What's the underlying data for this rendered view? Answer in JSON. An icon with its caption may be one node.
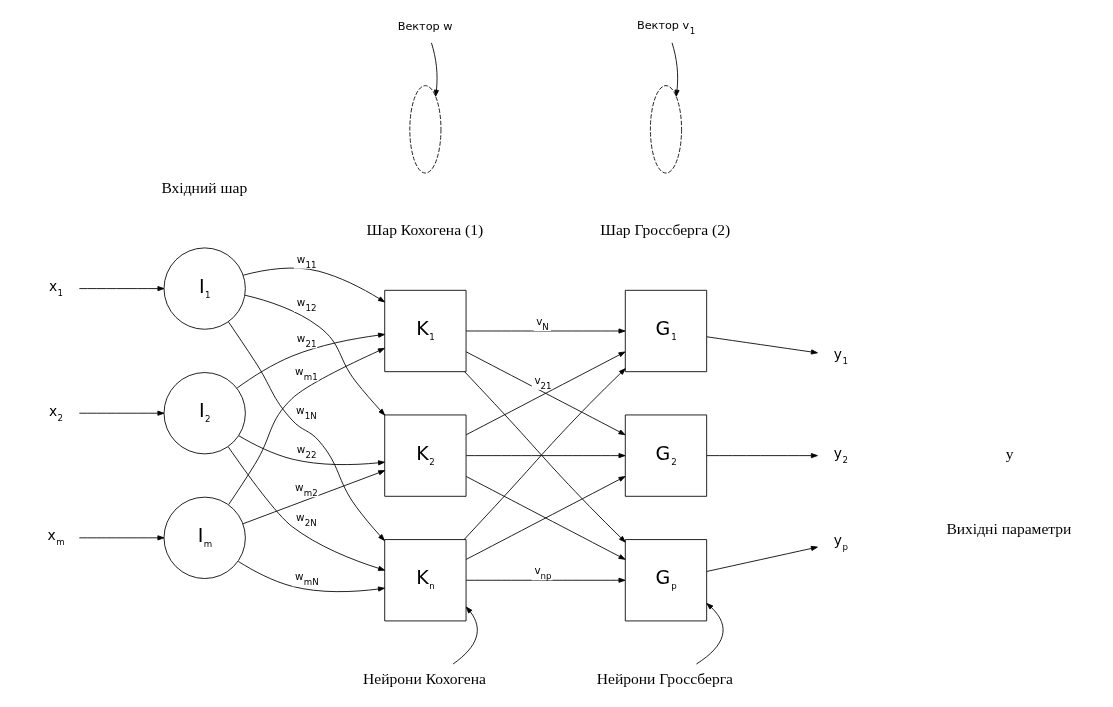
{
  "diagram": {
    "nodes": [
      {
        "text": [
          "x$_{1}$"
        ]
      },
      {
        "text": [
          "x$_{2}$"
        ]
      },
      {
        "text": [
          "x$_{m}$"
        ]
      },
      {
        "text": [
          "I$_{1}$"
        ]
      },
      {
        "text": [
          "I$_{2}$"
        ]
      },
      {
        "text": [
          "I$_{m}$"
        ]
      },
      {
        "text": [
          "K$_{1}$"
        ]
      },
      {
        "text": [
          "K$_{2}$"
        ]
      },
      {
        "text": [
          "K$_{n}$"
        ]
      },
      {
        "text": [
          "G$_{1}$"
        ]
      },
      {
        "text": [
          "G$_{2}$"
        ]
      },
      {
        "text": [
          "G$_{p}$"
        ]
      },
      {
        "text": [
          "y$_{1}$"
        ]
      },
      {
        "text": [
          "y$_{2}$"
        ]
      },
      {
        "text": [
          "y$_{p}$"
        ]
      },
      {
        "text": [
          "Нейрони Кохогена"
        ]
      },
      {
        "text": [
          "Нейрони Гроссберга"
        ]
      },
      {
        "text": [
          "Вектор w"
        ]
      },
      {
        "text": [],
        "shape": "ellipse"
      },
      {
        "text": [
          "Вектор v$_{1}$"
        ]
      },
      {
        "text": [],
        "shape": "ellipse"
      }
    ],
    "edges": [
      {
        "from": 0,
        "to": 3,
        "arrow": "to"
      },
      {
        "from": 1,
        "to": 4,
        "arrow": "to"
      },
      {
        "from": 2,
        "to": 5,
        "arrow": "to"
      },
      {
        "from": 3,
        "to": 6,
        "arrow": "to",
        "label": "w$_{11}$"
      },
      {
        "from": 3,
        "to": 7,
        "arrow": "to",
        "label": "w$_{12}$"
      },
      {
        "from": 3,
        "to": 8,
        "arrow": "to",
        "label": "w$_{1N}$"
      },
      {
        "from": 4,
        "to": 6,
        "arrow": "to",
        "label": "w$_{21}$"
      },
      {
        "from": 4,
        "to": 7,
        "arrow": "to",
        "label": "w$_{22}$"
      },
      {
        "from": 4,
        "to": 8,
        "arrow": "to",
        "label": "w$_{2N}$"
      },
      {
        "from": 5,
        "to": 6,
        "arrow": "to",
        "label": "w$_{m1}$"
      },
      {
        "from": 5,
        "to": 7,
        "arrow": "to",
        "label": "w$_{m2}$"
      },
      {
        "from": 5,
        "to": 8,
        "arrow": "to",
        "label": "w$_{mN}$"
      },
      {
        "from": 6,
        "to": 9,
        "arrow": "to",
        "label": "v$_{N}$"
      },
      {
        "from": 6,
        "to": 10,
        "arrow": "to",
        "label": "v$_{21}$"
      },
      {
        "from": 6,
        "to": 11,
        "arrow": "to"
      },
      {
        "from": 7,
        "to": 9,
        "arrow": "to"
      },
      {
        "from": 7,
        "to": 10,
        "arrow": "to"
      },
      {
        "from": 7,
        "to": 11,
        "arrow": "to"
      },
      {
        "from": 8,
        "to": 9,
        "arrow": "to"
      },
      {
        "from": 8,
        "to": 10,
        "arrow": "to"
      },
      {
        "from": 8,
        "to": 11,
        "arrow": "to",
        "label": "v$_{np}$"
      },
      {
        "from": 9,
        "to": 12,
        "arrow": "to"
      },
      {
        "from": 10,
        "to": 13,
        "arrow": "to"
      },
      {
        "from": 11,
        "to": 14,
        "arrow": "to"
      },
      {
        "from": 15,
        "to": 8,
        "arrow": "to"
      },
      {
        "from": 16,
        "to": 11,
        "arrow": "to"
      },
      {
        "from": 17,
        "to": 18,
        "arrow": "to"
      },
      {
        "from": 19,
        "to": 20,
        "arrow": "to"
      }
    ],
    "labels": [
      "Вхідний шар",
      "Шар Кохогена (1)",
      "Шар Гроссберга (2)",
      "y",
      "Вихідні параметри"
    ]
  }
}
